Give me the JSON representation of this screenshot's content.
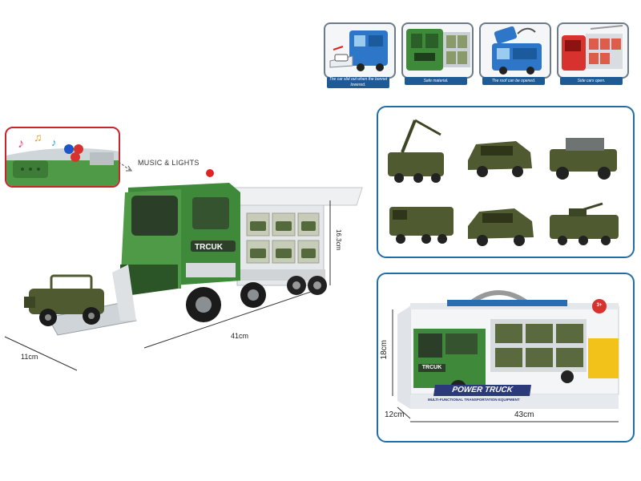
{
  "features": [
    {
      "caption": "The car slid out when the bonnet lowered.",
      "icon": "bonnet-slide"
    },
    {
      "caption": "Safe material.",
      "icon": "safe-material"
    },
    {
      "caption": "The roof can be opened.",
      "icon": "roof-open"
    },
    {
      "caption": "Side cars open.",
      "icon": "side-cars"
    }
  ],
  "music_lights": {
    "label": "MUSIC & LIGHTS"
  },
  "truck": {
    "brand": "TRCUK"
  },
  "dimensions": {
    "length": "41cm",
    "height": "16.3cm",
    "width": "11cm"
  },
  "package": {
    "title": "POWER TRUCK",
    "subtitle": "MULTI-FUNCTIONAL TRANSPORTATION EQUIPMENT",
    "brand": "TRCUK",
    "age_badge": "3+",
    "height": "18cm",
    "depth": "12cm",
    "length": "43cm"
  },
  "colors": {
    "army_green": "#3f8a3a",
    "army_dark": "#55643a",
    "frame_blue": "#1f6ea8",
    "inset_red": "#c8262b"
  }
}
